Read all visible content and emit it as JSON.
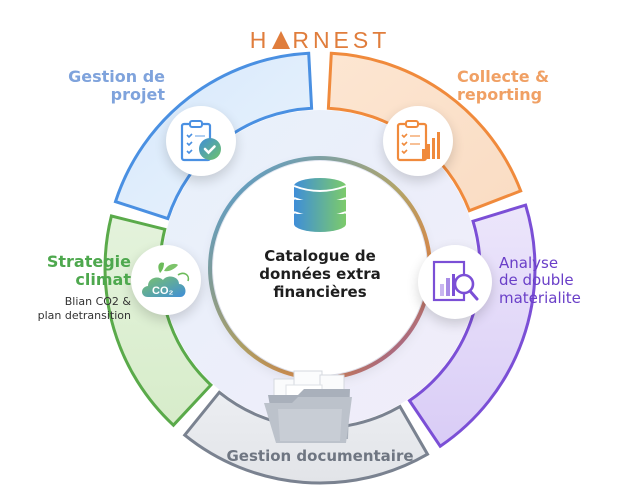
{
  "logo": {
    "text_left": "H",
    "text_right": "RNEST",
    "full": "HARNEST",
    "color": "#e07d3c"
  },
  "center": {
    "title_line1": "Catalogue de",
    "title_line2": "données extra",
    "title_line3": "financières",
    "icon": "database-icon"
  },
  "segments": [
    {
      "id": "gestion-projet",
      "line1": "Gestion de",
      "line2": "projet",
      "color": "#4a90e2",
      "icon": "clipboard-check-icon"
    },
    {
      "id": "collecte-reporting",
      "line1": "Collecte &",
      "line2": "reporting",
      "color": "#f08a3c",
      "icon": "clipboard-chart-icon"
    },
    {
      "id": "analyse-double-materialite",
      "line1": "Analyse",
      "line2": "de double",
      "line3": "materialite",
      "color": "#7b4fd6",
      "icon": "chart-magnifier-icon"
    },
    {
      "id": "gestion-documentaire",
      "line1": "Gestion documentaire",
      "color": "#7a8290",
      "icon": "folder-documents-icon"
    },
    {
      "id": "strategie-climat",
      "line1": "Strategie",
      "line2": "climat",
      "sub1": "Blian CO2 &",
      "sub2": "plan detransition",
      "color": "#5aaa4a",
      "icon": "co2-cloud-icon"
    }
  ]
}
